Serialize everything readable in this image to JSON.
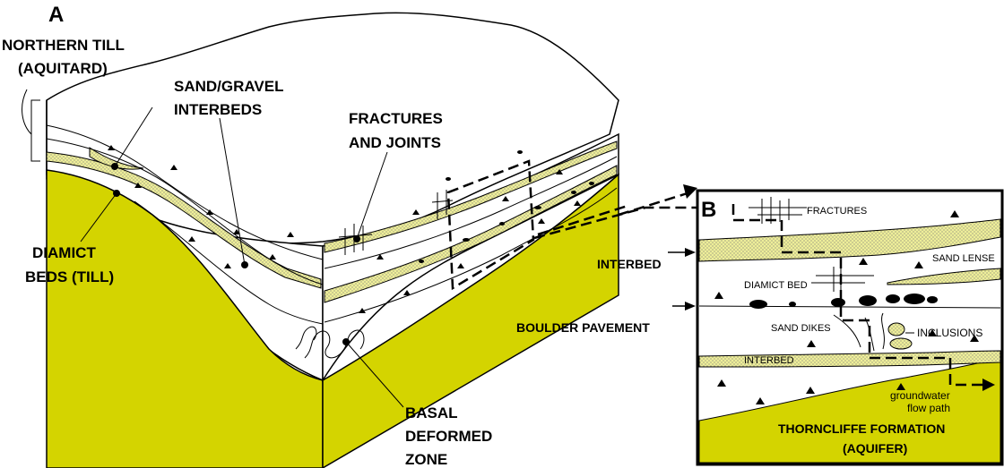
{
  "panel_a": {
    "letter": "A",
    "northern_till": [
      "NORTHERN TILL",
      "(AQUITARD)"
    ],
    "sand_gravel": [
      "SAND/GRAVEL",
      "INTERBEDS"
    ],
    "fractures": [
      "FRACTURES",
      "AND JOINTS"
    ],
    "diamict": [
      "DIAMICT",
      "BEDS (TILL)"
    ],
    "basal": [
      "BASAL",
      "DEFORMED",
      "ZONE"
    ]
  },
  "panel_b": {
    "letter": "B",
    "fractures": "FRACTURES",
    "sand_lense": "SAND LENSE",
    "diamict_bed": "DIAMICT BED",
    "sand_dikes": "SAND DIKES",
    "inclusions": "INCLUSIONS",
    "interbed_inner": "INTERBED",
    "groundwater": [
      "groundwater",
      "flow path"
    ],
    "thorncliffe": [
      "THORNCLIFFE FORMATION",
      "(AQUIFER)"
    ]
  },
  "callouts": {
    "interbed": "INTERBED",
    "boulder": "BOULDER PAVEMENT"
  },
  "colors": {
    "aquifer": "#d4d400",
    "sand_band": "#eeee99",
    "outline": "#000000"
  }
}
